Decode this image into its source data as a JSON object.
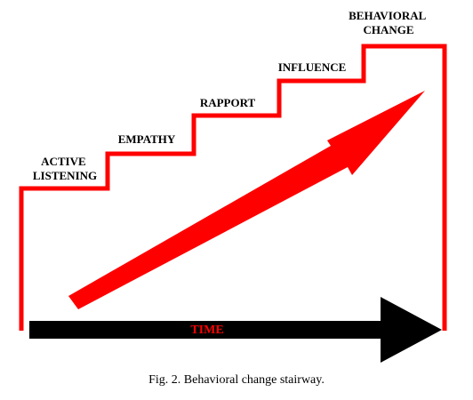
{
  "diagram": {
    "steps": [
      {
        "lines": [
          "ACTIVE",
          "LISTENING"
        ]
      },
      {
        "lines": [
          "EMPATHY"
        ]
      },
      {
        "lines": [
          "RAPPORT"
        ]
      },
      {
        "lines": [
          "INFLUENCE"
        ]
      },
      {
        "lines": [
          "BEHAVIORAL",
          "CHANGE"
        ]
      }
    ],
    "time_label": "TIME",
    "colors": {
      "stair": "#ff0000",
      "progress_arrow": "#ff0000",
      "time_arrow": "#000000",
      "time_label": "#ff0000"
    }
  },
  "caption": "Fig. 2. Behavioral change stairway."
}
